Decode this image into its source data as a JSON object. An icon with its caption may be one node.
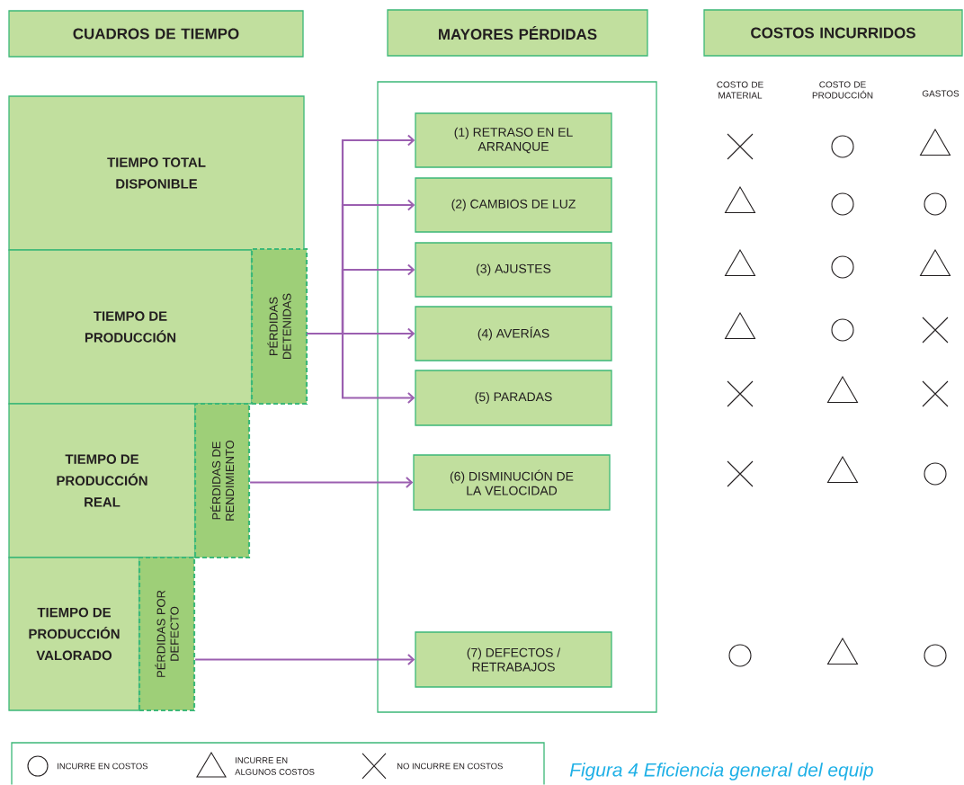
{
  "diagram": {
    "caption": "Figura 4 Eficiencia general del equip",
    "nodes": [
      {
        "text": [
          "CUADROS DE TIEMPO"
        ]
      },
      {
        "text": [
          "MAYORES PÉRDIDAS"
        ]
      },
      {
        "text": [
          "COSTOS INCURRIDOS"
        ]
      },
      {
        "text": [
          "TIEMPO TOTAL DISPONIBLE"
        ]
      },
      {
        "text": [
          "TIEMPO DE PRODUCCIÓN"
        ]
      },
      {
        "text": [
          "PÉRDIDAS DETENIDAS"
        ]
      },
      {
        "text": [
          "TIEMPO DE PRODUCCIÓN REAL"
        ]
      },
      {
        "text": [
          "PÉRDIDAS DE RENDIMIENTO"
        ]
      },
      {
        "text": [
          "TIEMPO DE PRODUCCIÓN VALORADO"
        ]
      },
      {
        "text": [
          "PÉRDIDAS POR DEFECTO"
        ]
      },
      {
        "text": [],
        "shape": "box"
      },
      {
        "text": [
          "(1) RETRASO EN EL ARRANQUE"
        ],
        "in": 10
      },
      {
        "text": [
          "(2) CAMBIOS DE LUZ"
        ],
        "in": 10
      },
      {
        "text": [
          "(3) AJUSTES"
        ],
        "in": 10
      },
      {
        "text": [
          "(4) AVERÍAS"
        ],
        "in": 10
      },
      {
        "text": [
          "(5) PARADAS"
        ],
        "in": 10
      },
      {
        "text": [
          "(6) DISMINUCIÓN DE LA VELOCIDAD"
        ],
        "in": 10
      },
      {
        "text": [
          "(7) DEFECTOS / RETRABAJOS"
        ],
        "in": 10
      },
      {
        "text": [],
        "shape": "cross"
      },
      {
        "text": [],
        "shape": "circle"
      },
      {
        "text": [],
        "shape": "triangle"
      },
      {
        "text": [],
        "shape": "triangle"
      },
      {
        "text": [],
        "shape": "circle"
      },
      {
        "text": [],
        "shape": "circle"
      },
      {
        "text": [],
        "shape": "triangle"
      },
      {
        "text": [],
        "shape": "circle"
      },
      {
        "text": [],
        "shape": "triangle"
      },
      {
        "text": [],
        "shape": "triangle"
      },
      {
        "text": [],
        "shape": "circle"
      },
      {
        "text": [],
        "shape": "cross"
      },
      {
        "text": [],
        "shape": "cross"
      },
      {
        "text": [],
        "shape": "triangle"
      },
      {
        "text": [],
        "shape": "cross"
      },
      {
        "text": [],
        "shape": "cross"
      },
      {
        "text": [],
        "shape": "triangle"
      },
      {
        "text": [],
        "shape": "circle"
      },
      {
        "text": [],
        "shape": "circle"
      },
      {
        "text": [],
        "shape": "triangle"
      },
      {
        "text": [],
        "shape": "circle"
      }
    ],
    "edges": [
      {
        "from": 5,
        "to": 11,
        "arrow": "to"
      },
      {
        "from": 5,
        "to": 12,
        "arrow": "to"
      },
      {
        "from": 5,
        "to": 13,
        "arrow": "to"
      },
      {
        "from": 5,
        "to": 14,
        "arrow": "to"
      },
      {
        "from": 5,
        "to": 15,
        "arrow": "to"
      },
      {
        "from": 7,
        "to": 16,
        "arrow": "to"
      },
      {
        "from": 9,
        "to": 17,
        "arrow": "to"
      }
    ],
    "labels": [
      "COSTO DE MATERIAL",
      "COSTO DE PRODUCCIÓN",
      "GASTOS"
    ],
    "legend": [
      {
        "text": "INCURRE EN COSTOS"
      },
      {
        "text": "INCURRE EN ALGUNOS COSTOS"
      },
      {
        "text": "NO INCURRE EN COSTOS"
      }
    ]
  }
}
